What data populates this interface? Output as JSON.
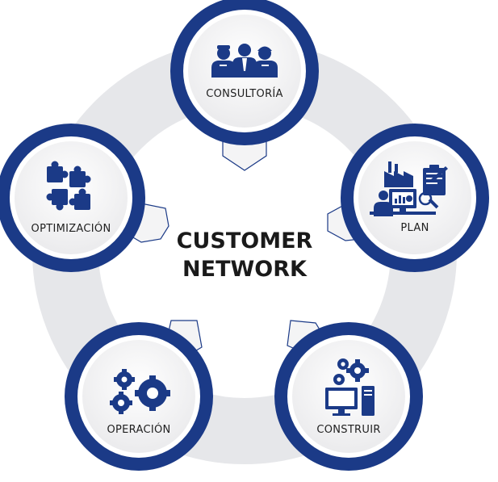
{
  "center": {
    "line1": "CUSTOMER",
    "line2": "NETWORK"
  },
  "nodes": [
    {
      "label": "CONSULTORÍA",
      "icon": "consulting-team-icon"
    },
    {
      "label": "PLAN",
      "icon": "plan-dashboard-icon"
    },
    {
      "label": "CONSTRUIR",
      "icon": "build-computer-gears-icon"
    },
    {
      "label": "OPERACIÓN",
      "icon": "operation-gears-icon"
    },
    {
      "label": "OPTIMIZACIÓN",
      "icon": "puzzle-pieces-icon"
    }
  ],
  "colors": {
    "navy": "#1b3a87",
    "navy_dark": "#102a6b",
    "ring_gray": "#e6e7ea",
    "circle_fill": "#f3f3f4",
    "icon": "#1b3a87"
  }
}
